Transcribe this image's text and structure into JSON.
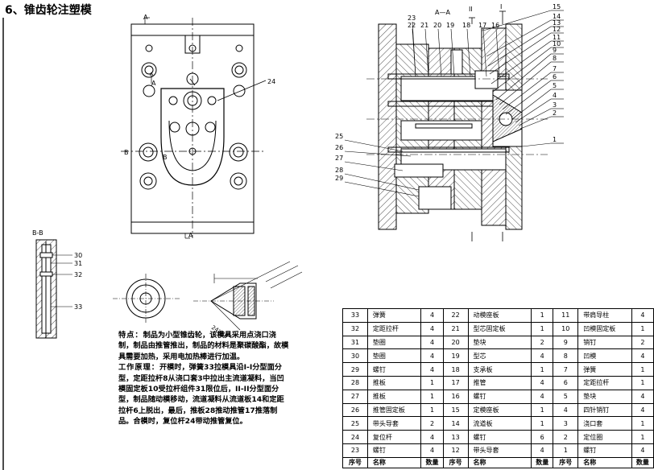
{
  "title": "6、锥齿轮注塑模",
  "section_labels": {
    "aa_top": "A—A",
    "aa_mark": "A",
    "a_top": "A",
    "a_bottom": "A",
    "bb_title": "B-B",
    "b_left": "B",
    "b_right": "B",
    "roman_left": "II",
    "roman_right": "I"
  },
  "balloons_right": [
    "15",
    "14",
    "13",
    "12",
    "11",
    "10",
    "9",
    "8",
    "7",
    "6",
    "5",
    "4",
    "3",
    "2",
    "1"
  ],
  "balloons_top": [
    "23",
    "22",
    "21",
    "20",
    "19",
    "18",
    "17",
    "16"
  ],
  "balloons_left": [
    "25",
    "26",
    "27",
    "28",
    "29"
  ],
  "balloon_plan": "24",
  "balloons_bb": [
    "30",
    "31",
    "32",
    "33"
  ],
  "dimension_label": "24X28",
  "notes": {
    "feature_label": "特点：",
    "feature_text": "制品为小型锥齿轮，该模具采用点浇口浇制，制品由推管推出，制品的材料是聚碳酸酯，故模具需要加热，采用电加热棒进行加温。",
    "principle_label": "工作原理：",
    "principle_text": "开模时，弹簧33拉模具沿I-I分型面分型，定距拉杆8从浇口套3中拉出主流道凝料，当凹模固定板10受拉杆组件31限位后，II-II分型面分型，制品随动模移动，流道凝料从流道板14和定距拉杆6上脱出，最后，推板28推动推管17推落制品。合模时，复位杆24带动推管复位。"
  },
  "bom": {
    "header": [
      "序号",
      "名称",
      "数量",
      "序号",
      "名称",
      "数量",
      "序号",
      "名称",
      "数量"
    ],
    "rows": [
      [
        "33",
        "弹簧",
        "4",
        "22",
        "动模座板",
        "1",
        "11",
        "带肩导柱",
        "4"
      ],
      [
        "32",
        "定距拉杆",
        "4",
        "21",
        "型芯固定板",
        "1",
        "10",
        "凹模固定板",
        "1"
      ],
      [
        "31",
        "垫圈",
        "4",
        "20",
        "垫块",
        "2",
        "9",
        "销钉",
        "2"
      ],
      [
        "30",
        "垫圈",
        "4",
        "19",
        "型芯",
        "4",
        "8",
        "凹模",
        "4"
      ],
      [
        "29",
        "螺钉",
        "4",
        "18",
        "支承板",
        "1",
        "7",
        "弹簧",
        "1"
      ],
      [
        "28",
        "推板",
        "1",
        "17",
        "推管",
        "4",
        "6",
        "定距拉杆",
        "1"
      ],
      [
        "27",
        "推板",
        "1",
        "16",
        "螺钉",
        "4",
        "5",
        "垫块",
        "4"
      ],
      [
        "26",
        "推管固定板",
        "1",
        "15",
        "定模座板",
        "1",
        "4",
        "四针销钉",
        "4"
      ],
      [
        "25",
        "带头导套",
        "2",
        "14",
        "流道板",
        "1",
        "3",
        "浇口套",
        "1"
      ],
      [
        "24",
        "复位杆",
        "4",
        "13",
        "螺钉",
        "6",
        "2",
        "定位圈",
        "1"
      ],
      [
        "23",
        "螺钉",
        "4",
        "12",
        "带头导套",
        "4",
        "1",
        "螺钉",
        "4"
      ]
    ]
  }
}
